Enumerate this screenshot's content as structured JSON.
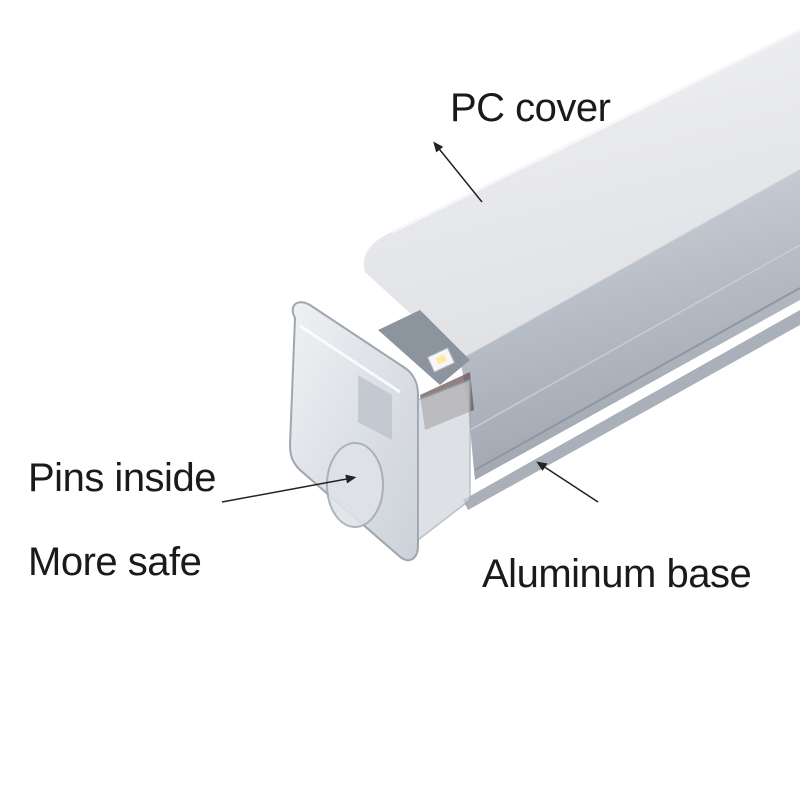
{
  "labels": {
    "pc_cover": "PC cover",
    "pins_inside": "Pins inside",
    "more_safe": "More safe",
    "aluminum_base": "Aluminum base"
  },
  "colors": {
    "background": "#ffffff",
    "pc_cover": "#e9eaee",
    "aluminum": "#b9bfc8",
    "end_cap": "#d8dde3",
    "text": "#1a1a1a"
  }
}
